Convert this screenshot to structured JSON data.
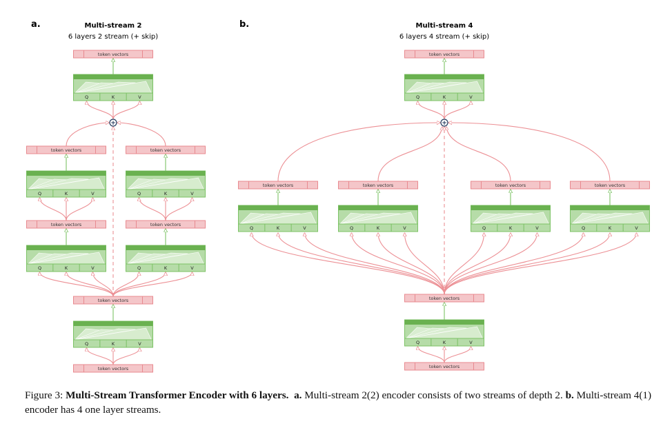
{
  "figure": {
    "colors": {
      "token_fill": "#f4c6c9",
      "token_stroke": "#e8898f",
      "block_fill": "#b6dca8",
      "block_top": "#6ab150",
      "block_stroke": "#7cc265",
      "block_light": "#d9edd1",
      "edge_red": "#ec8f94",
      "edge_green": "#7cc265",
      "plus_stroke": "#233a5e"
    },
    "token_label": "token vectors",
    "qkv_labels": [
      "Q",
      "K",
      "V"
    ],
    "plus_symbol": "+",
    "panels": [
      {
        "id": "a",
        "label": "a.",
        "title": "Multi-stream 2",
        "subtitle": "6 layers 2 stream (+ skip)",
        "streams": 2,
        "depth_per_stream": 2
      },
      {
        "id": "b",
        "label": "b.",
        "title": "Multi-stream 4",
        "subtitle": "6 layers 4 stream (+ skip)",
        "streams": 4,
        "depth_per_stream": 1
      }
    ]
  },
  "caption": {
    "prefix": "Figure 3:",
    "bold_title": "Multi-Stream Transformer Encoder with 6 layers.",
    "a_label": "a.",
    "a_text": "Multi-stream 2(2) encoder consists of two streams of depth 2.",
    "b_label": "b.",
    "b_text": "Multi-stream 4(1) encoder has 4 one layer streams."
  }
}
